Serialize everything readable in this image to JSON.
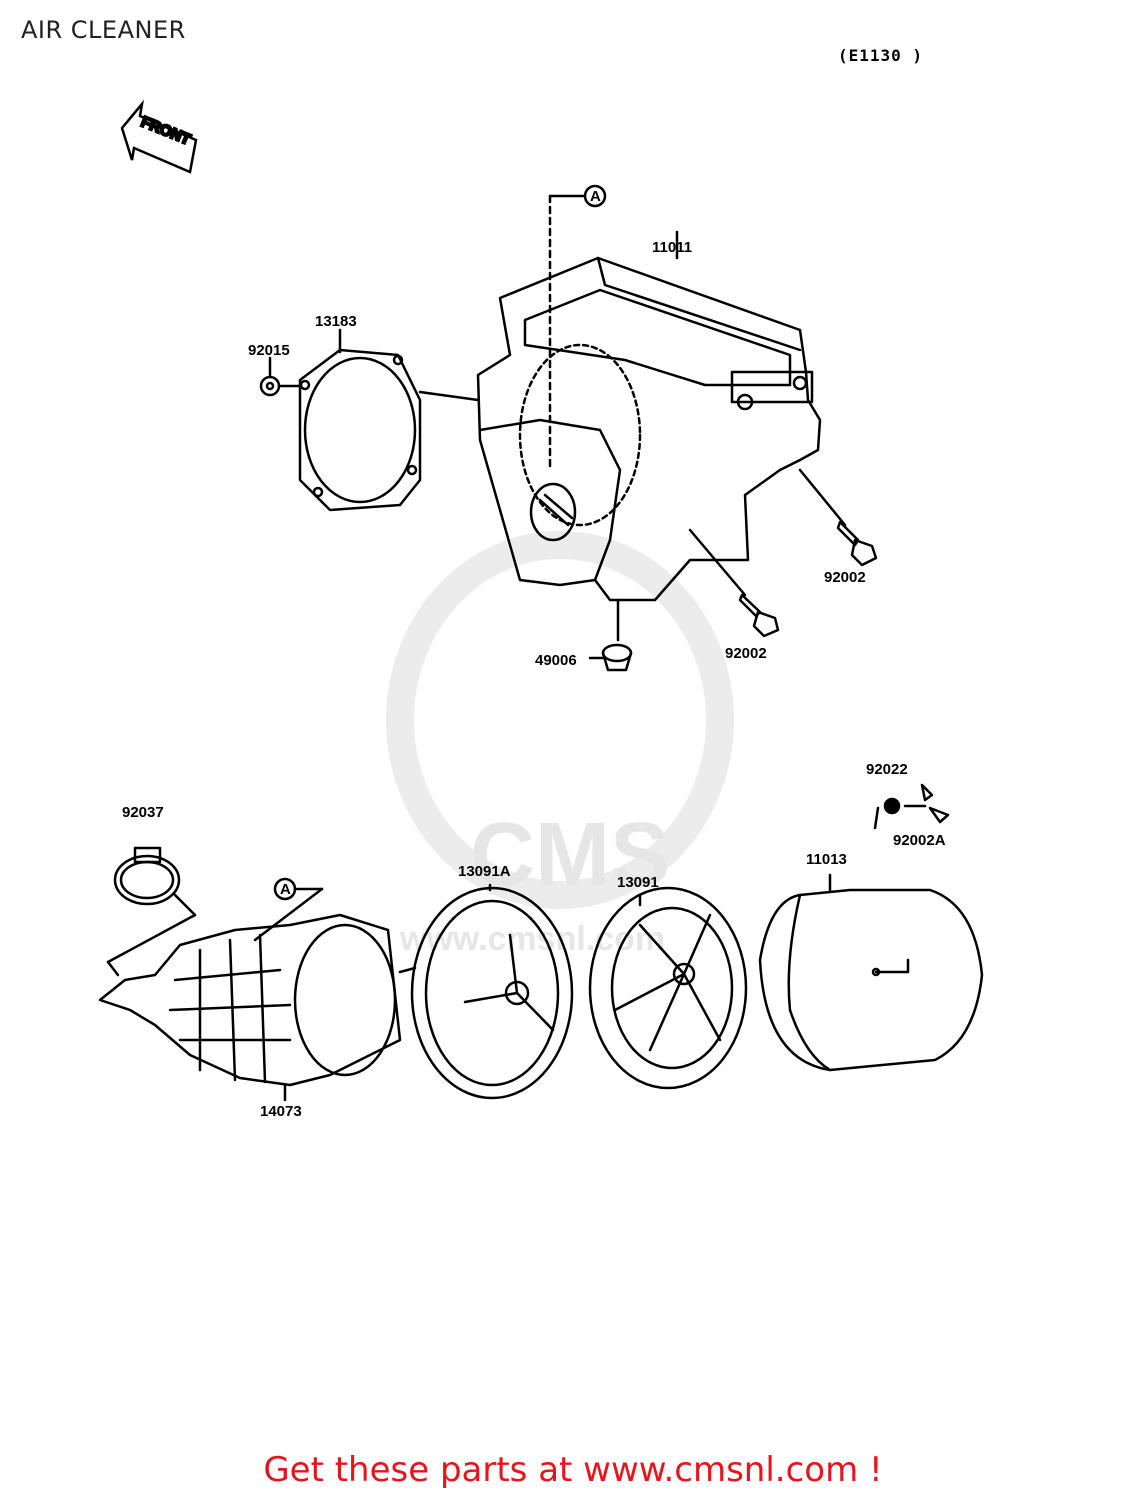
{
  "header": {
    "title": "AIR CLEANER",
    "diagram_code": "(E1130 )"
  },
  "front_arrow": {
    "label": "FRONT"
  },
  "reference_marker": {
    "label": "A"
  },
  "watermark": {
    "brand": "CMS",
    "url": "www.cmsnl.com"
  },
  "parts": {
    "p11011": "11011",
    "p13183": "13183",
    "p92015": "92015",
    "p92002_upper": "92002",
    "p92002_lower": "92002",
    "p49006": "49006",
    "p92022": "92022",
    "p92002A": "92002A",
    "p92037": "92037",
    "p13091A": "13091A",
    "p13091": "13091",
    "p11013": "11013",
    "p14073": "14073"
  },
  "footer": {
    "cta": "Get these parts at www.cmsnl.com !"
  },
  "colors": {
    "line": "#000000",
    "footer": "#e8141a",
    "watermark": "#e6e6e6"
  }
}
